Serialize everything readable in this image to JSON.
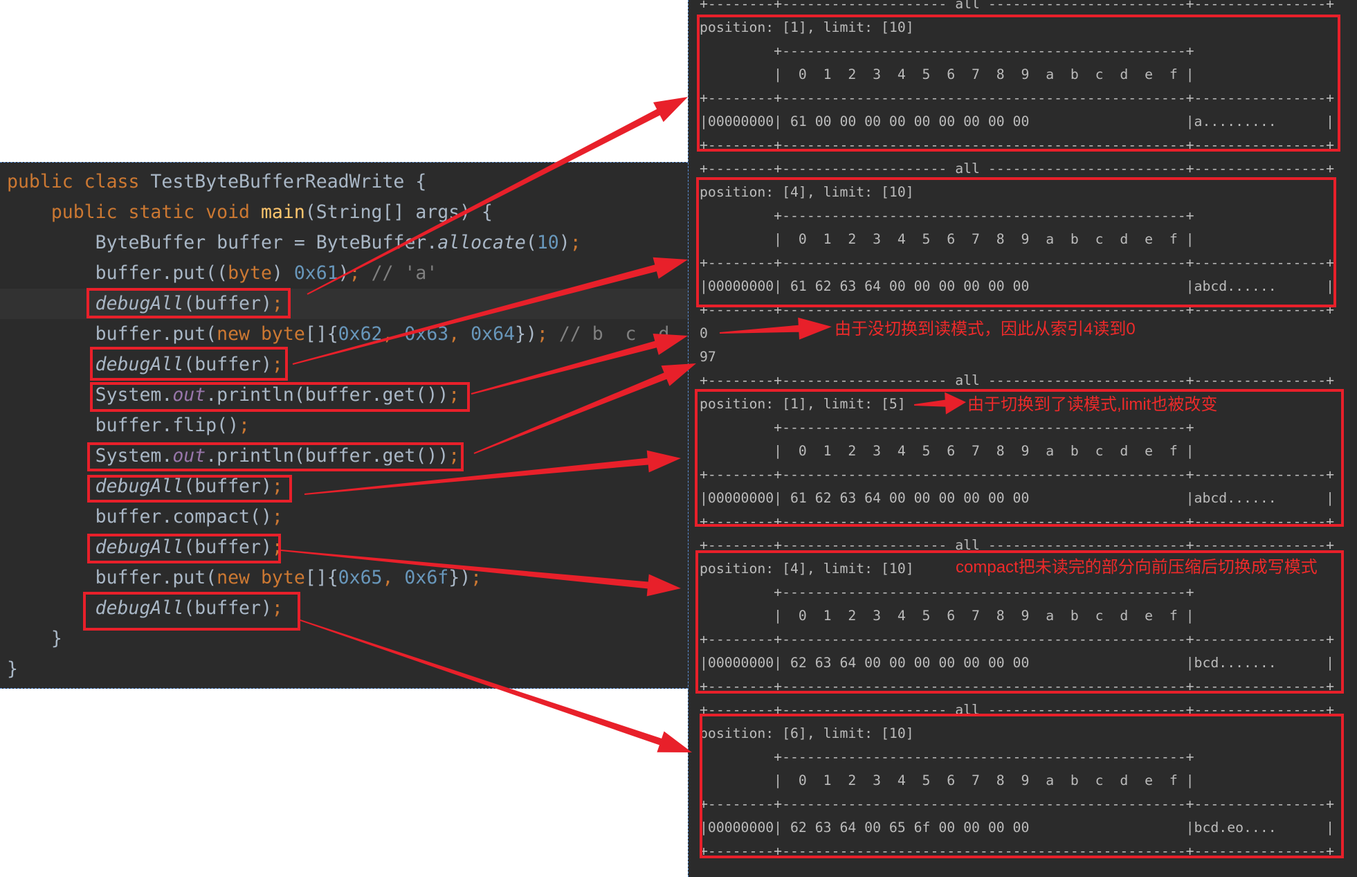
{
  "colors": {
    "annotation": "#e8202a",
    "editor_bg": "#2b2b2b",
    "keyword": "#cc7832",
    "number": "#6897bb",
    "method": "#ffc66d",
    "field": "#9876aa"
  },
  "code": [
    [
      [
        "public class ",
        "kw"
      ],
      [
        "TestByteBufferReadWrite {",
        ""
      ]
    ],
    [
      [
        "    public static void ",
        "kw"
      ],
      [
        "main",
        "fn"
      ],
      [
        "(String[] args) {",
        ""
      ]
    ],
    [
      [
        "        ByteBuffer buffer = ByteBuffer.",
        ""
      ],
      [
        "allocate",
        "it"
      ],
      [
        "(",
        ""
      ],
      [
        "10",
        "num"
      ],
      [
        ")",
        ""
      ],
      [
        ";",
        "semi"
      ]
    ],
    [
      [
        "        buffer.put((",
        ""
      ],
      [
        "byte",
        "kw"
      ],
      [
        ") ",
        ""
      ],
      [
        "0x61",
        "num"
      ],
      [
        ")",
        ""
      ],
      [
        ";",
        "semi"
      ],
      [
        " // 'a'",
        "cm"
      ]
    ],
    [
      [
        "        ",
        ""
      ],
      [
        "debugAll",
        "it"
      ],
      [
        "(buffer)",
        ""
      ],
      [
        ";",
        "semi"
      ]
    ],
    [
      [
        "        buffer.put(",
        ""
      ],
      [
        "new byte",
        "kw"
      ],
      [
        "[]{",
        ""
      ],
      [
        "0x62",
        "num"
      ],
      [
        ", ",
        "semi"
      ],
      [
        "0x63",
        "num"
      ],
      [
        ", ",
        "semi"
      ],
      [
        "0x64",
        "num"
      ],
      [
        "})",
        ""
      ],
      [
        ";",
        "semi"
      ],
      [
        " // b  c  d",
        "cm"
      ]
    ],
    [
      [
        "        ",
        ""
      ],
      [
        "debugAll",
        "it"
      ],
      [
        "(buffer)",
        ""
      ],
      [
        ";",
        "semi"
      ]
    ],
    [
      [
        "        System.",
        ""
      ],
      [
        "out",
        "fld"
      ],
      [
        ".println(buffer.get())",
        ""
      ],
      [
        ";",
        "semi"
      ]
    ],
    [
      [
        "        buffer.flip()",
        ""
      ],
      [
        ";",
        "semi"
      ]
    ],
    [
      [
        "        System.",
        ""
      ],
      [
        "out",
        "fld"
      ],
      [
        ".println(buffer.get())",
        ""
      ],
      [
        ";",
        "semi"
      ]
    ],
    [
      [
        "        ",
        ""
      ],
      [
        "debugAll",
        "it"
      ],
      [
        "(buffer)",
        ""
      ],
      [
        ";",
        "semi"
      ]
    ],
    [
      [
        "        buffer.compact()",
        ""
      ],
      [
        ";",
        "semi"
      ]
    ],
    [
      [
        "        ",
        ""
      ],
      [
        "debugAll",
        "it"
      ],
      [
        "(buffer)",
        ""
      ],
      [
        ";",
        "semi"
      ]
    ],
    [
      [
        "        buffer.put(",
        ""
      ],
      [
        "new byte",
        "kw"
      ],
      [
        "[]{",
        ""
      ],
      [
        "0x65",
        "num"
      ],
      [
        ", ",
        "semi"
      ],
      [
        "0x6f",
        "num"
      ],
      [
        "})",
        ""
      ],
      [
        ";",
        "semi"
      ]
    ],
    [
      [
        "        ",
        ""
      ],
      [
        "debugAll",
        "it"
      ],
      [
        "(buffer)",
        ""
      ],
      [
        ";",
        "semi"
      ]
    ],
    [
      [
        "    }",
        ""
      ]
    ],
    [
      [
        "}",
        ""
      ]
    ]
  ],
  "console": [
    "+--------+-------------------- all ------------------------+----------------+",
    "position: [1], limit: [10]",
    "         +-------------------------------------------------+",
    "         |  0  1  2  3  4  5  6  7  8  9  a  b  c  d  e  f |",
    "+--------+-------------------------------------------------+----------------+",
    "|00000000| 61 00 00 00 00 00 00 00 00 00                   |a.........      |",
    "+--------+-------------------------------------------------+----------------+",
    "+--------+-------------------- all ------------------------+----------------+",
    "position: [4], limit: [10]",
    "         +-------------------------------------------------+",
    "         |  0  1  2  3  4  5  6  7  8  9  a  b  c  d  e  f |",
    "+--------+-------------------------------------------------+----------------+",
    "|00000000| 61 62 63 64 00 00 00 00 00 00                   |abcd......      |",
    "+--------+-------------------------------------------------+----------------+",
    "0",
    "97",
    "+--------+-------------------- all ------------------------+----------------+",
    "position: [1], limit: [5]",
    "         +-------------------------------------------------+",
    "         |  0  1  2  3  4  5  6  7  8  9  a  b  c  d  e  f |",
    "+--------+-------------------------------------------------+----------------+",
    "|00000000| 61 62 63 64 00 00 00 00 00 00                   |abcd......      |",
    "+--------+-------------------------------------------------+----------------+",
    "+--------+-------------------- all ------------------------+----------------+",
    "position: [4], limit: [10]",
    "         +-------------------------------------------------+",
    "         |  0  1  2  3  4  5  6  7  8  9  a  b  c  d  e  f |",
    "+--------+-------------------------------------------------+----------------+",
    "|00000000| 62 63 64 00 00 00 00 00 00 00                   |bcd.......      |",
    "+--------+-------------------------------------------------+----------------+",
    "+--------+-------------------- all ------------------------+----------------+",
    "position: [6], limit: [10]",
    "         +-------------------------------------------------+",
    "         |  0  1  2  3  4  5  6  7  8  9  a  b  c  d  e  f |",
    "+--------+-------------------------------------------------+----------------+",
    "|00000000| 62 63 64 00 65 6f 00 00 00 00                   |bcd.eo....      |",
    "+--------+-------------------------------------------------+----------------+"
  ],
  "annotations": {
    "no_flip": "由于没切换到读模式，因此从索引4读到0",
    "flip_limit": "由于切换到了读模式,limit也被改变",
    "compact": "compact把未读完的部分向前压缩后切换成写模式"
  }
}
